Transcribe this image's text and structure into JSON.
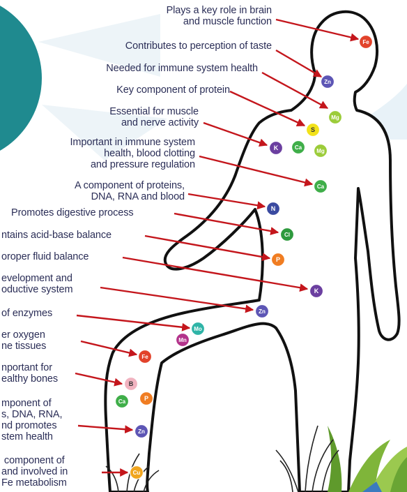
{
  "colors": {
    "label_text": "#2b2e57",
    "arrow": "#c4161c",
    "body_outline": "#111111",
    "sun_teal": "#1f8a8f",
    "sun_ray": "#e6f0f6",
    "sky": "#cfe3ee",
    "grass_green": "#7fb53a"
  },
  "minerals": {
    "Fe": "#e2432b",
    "Zn": "#5d56b5",
    "Mg": "#9ccc3a",
    "S": "#f2e21a",
    "K": "#6b3fa0",
    "Ca": "#3fae49",
    "N": "#3a4aa0",
    "Cl": "#2e9a3e",
    "P": "#f07d22",
    "Mo": "#2fb4a7",
    "Mn": "#b3338b",
    "B": "#f1b3c0",
    "Cu": "#f0a51f"
  },
  "labels": [
    {
      "text": "Plays a key role in brain\nand muscle function"
    },
    {
      "text": "Contributes to perception of taste"
    },
    {
      "text": "Needed for immune system health"
    },
    {
      "text": "Key component of protein"
    },
    {
      "text": "Essential for muscle\nand nerve activity"
    },
    {
      "text": "Important in immune system\nhealth, blood clotting\nand pressure regulation"
    },
    {
      "text": "A component of proteins,\nDNA, RNA and blood"
    },
    {
      "text": "Promotes digestive process"
    },
    {
      "text": "ntains acid-base balance"
    },
    {
      "text": "oroper fluid balance"
    },
    {
      "text": "evelopment and\noductive system"
    },
    {
      "text": "of enzymes"
    },
    {
      "text": "er oxygen\nne tissues"
    },
    {
      "text": "nportant for\nealthy bones"
    },
    {
      "text": "mponent of\ns, DNA, RNA,\nnd promotes\nstem health"
    },
    {
      "text": " component of\nand involved in\nFe metabolism"
    }
  ],
  "badges": [
    {
      "symbol": "Fe"
    },
    {
      "symbol": "Zn"
    },
    {
      "symbol": "Mg"
    },
    {
      "symbol": "S"
    },
    {
      "symbol": "K"
    },
    {
      "symbol": "Ca"
    },
    {
      "symbol": "Mg"
    },
    {
      "symbol": "Ca"
    },
    {
      "symbol": "N"
    },
    {
      "symbol": "Cl"
    },
    {
      "symbol": "P"
    },
    {
      "symbol": "K"
    },
    {
      "symbol": "Zn"
    },
    {
      "symbol": "Mo"
    },
    {
      "symbol": "Mn"
    },
    {
      "symbol": "Fe"
    },
    {
      "symbol": "B"
    },
    {
      "symbol": "Ca"
    },
    {
      "symbol": "P"
    },
    {
      "symbol": "Zn"
    },
    {
      "symbol": "Cu"
    }
  ]
}
